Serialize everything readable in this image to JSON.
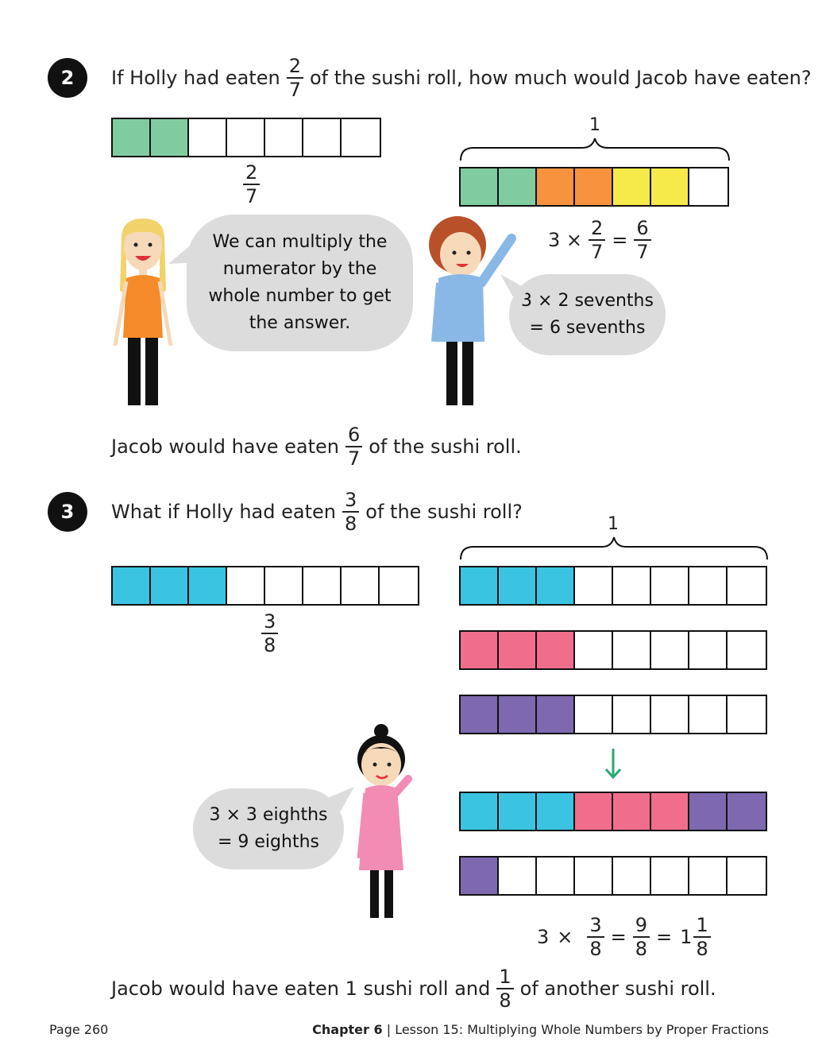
{
  "q2": {
    "number": "2",
    "q_pre": "If Holly had eaten",
    "q_frac_n": "2",
    "q_frac_d": "7",
    "q_post": "of the sushi roll, how much would Jacob have eaten?",
    "bar_label_n": "2",
    "bar_label_d": "7",
    "brace_label": "1",
    "bar1_colors": [
      "#80ccA0",
      "#80ccA0",
      "#ffffff",
      "#ffffff",
      "#ffffff",
      "#ffffff",
      "#ffffff"
    ],
    "bar2_colors": [
      "#80cca0",
      "#80cca0",
      "#f7923e",
      "#f7923e",
      "#f5ea4a",
      "#f5ea4a",
      "#ffffff"
    ],
    "expr_a": "3 ×",
    "expr_fn": "2",
    "expr_fd": "7",
    "expr_eq": "=",
    "expr_rn": "6",
    "expr_rd": "7",
    "holly_bubble": "We can multiply the numerator by the whole number to get the answer.",
    "jacob_bubble_1": "3 × 2 sevenths",
    "jacob_bubble_2": "= 6 sevenths",
    "ans_pre": "Jacob would have eaten",
    "ans_n": "6",
    "ans_d": "7",
    "ans_post": "of the sushi roll."
  },
  "q3": {
    "number": "3",
    "q_pre": "What if Holly had eaten",
    "q_frac_n": "3",
    "q_frac_d": "8",
    "q_post": "of the sushi roll?",
    "bar_label_n": "3",
    "bar_label_d": "8",
    "brace_label": "1",
    "left_bar_colors": [
      "#3bc4e2",
      "#3bc4e2",
      "#3bc4e2",
      "#ffffff",
      "#ffffff",
      "#ffffff",
      "#ffffff",
      "#ffffff"
    ],
    "bars": [
      [
        "#3bc4e2",
        "#3bc4e2",
        "#3bc4e2",
        "#ffffff",
        "#ffffff",
        "#ffffff",
        "#ffffff",
        "#ffffff"
      ],
      [
        "#f06e8c",
        "#f06e8c",
        "#f06e8c",
        "#ffffff",
        "#ffffff",
        "#ffffff",
        "#ffffff",
        "#ffffff"
      ],
      [
        "#7e68b0",
        "#7e68b0",
        "#7e68b0",
        "#ffffff",
        "#ffffff",
        "#ffffff",
        "#ffffff",
        "#ffffff"
      ],
      [
        "#3bc4e2",
        "#3bc4e2",
        "#3bc4e2",
        "#f06e8c",
        "#f06e8c",
        "#f06e8c",
        "#7e68b0",
        "#7e68b0"
      ],
      [
        "#7e68b0",
        "#ffffff",
        "#ffffff",
        "#ffffff",
        "#ffffff",
        "#ffffff",
        "#ffffff",
        "#ffffff"
      ]
    ],
    "arrow_color": "#2aa870",
    "bubble_1": "3 × 3 eighths",
    "bubble_2": "= 9 eighths",
    "expr_a": "3",
    "expr_x": "×",
    "expr_fn": "3",
    "expr_fd": "8",
    "expr_eq1": "=",
    "expr_mn": "9",
    "expr_md": "8",
    "expr_eq2": "=",
    "expr_whole": "1",
    "expr_rn": "1",
    "expr_rd": "8",
    "ans_pre": "Jacob would have eaten 1 sushi roll and",
    "ans_n": "1",
    "ans_d": "8",
    "ans_post": "of another sushi roll."
  },
  "footer": {
    "page": "Page 260",
    "chapter": "Chapter 6",
    "sep": "|",
    "lesson": "Lesson 15: Multiplying Whole Numbers by Proper Fractions"
  }
}
